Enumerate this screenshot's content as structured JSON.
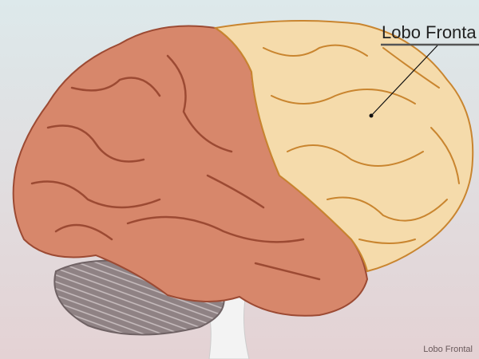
{
  "diagram": {
    "subject": "brain-lateral-view",
    "labels": [
      {
        "text": "Lobo Frontal",
        "visible_text": "Lobo Fronta"
      }
    ]
  },
  "colors": {
    "background_top": "#dde9eb",
    "background_bottom": "#e4d2d4",
    "other_lobes": "#d7876b",
    "frontal_lobe": "#f5dbab",
    "sulci_frontal": "#c9852f",
    "sulci_other": "#9c4a33",
    "cerebellum": "#8f8284",
    "brainstem": "#f3f3f3"
  }
}
